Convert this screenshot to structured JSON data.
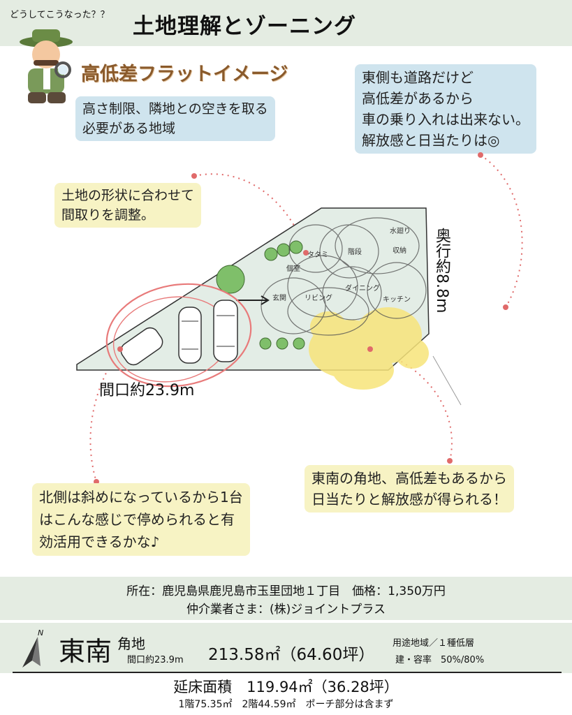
{
  "header": {
    "tagline": "どうしてこうなった？？",
    "title": "土地理解とゾーニング"
  },
  "section": {
    "title": "高低差フラットイメージ",
    "subtitle_lines": [
      "高さ制限、隣地との空きを取る",
      "必要がある地域"
    ]
  },
  "notes": {
    "east": [
      "東側も道路だけど",
      "高低差があるから",
      "車の乗り入れは出来ない。",
      "解放感と日当たりは◎"
    ],
    "shape": [
      "土地の形状に合わせて",
      "間取りを調整。"
    ],
    "north": [
      "北側は斜めになっているから1台",
      "はこんな感じで停められると有",
      "効活用できるかな♪"
    ],
    "southeast": [
      "東南の角地、高低差もあるから",
      "日当たりと解放感が得られる！"
    ]
  },
  "plan": {
    "frontage": "間口約23.9m",
    "depth": "奥行約8.8m",
    "rooms": {
      "water": "水廻り",
      "storage": "収納",
      "tatami": "タタミ",
      "stairs": "階段",
      "private": "個室",
      "dining": "ダイニング",
      "entrance": "玄関",
      "living": "リビング",
      "kitchen": "キッチン"
    }
  },
  "info": {
    "location": "所在：鹿児島県鹿児島市玉里団地１丁目　価格：1,350万円",
    "agent": "仲介業者さま：(株)ジョイントプラス"
  },
  "summary": {
    "north_label": "N",
    "direction": "東南",
    "corner": "角地",
    "frontage": "間口約23.9m",
    "area": "213.58㎡（64.60坪）",
    "zoning": "用途地域／１種低層",
    "ratio": "建・容率　50%/80%",
    "floor_area": "延床面積　119.94㎡（36.28坪）",
    "floor_detail": "1階75.35㎡　2階44.59㎡　ポーチ部分は含まず"
  },
  "colors": {
    "band": "#e4ece2",
    "lot": "#e3ede6",
    "accent_red": "#e06a6a",
    "sun": "#f7e47a",
    "bubble_blue": "#cfe4ee",
    "bubble_yellow": "#f7f3c4",
    "title_brown": "#8a5a2b"
  }
}
